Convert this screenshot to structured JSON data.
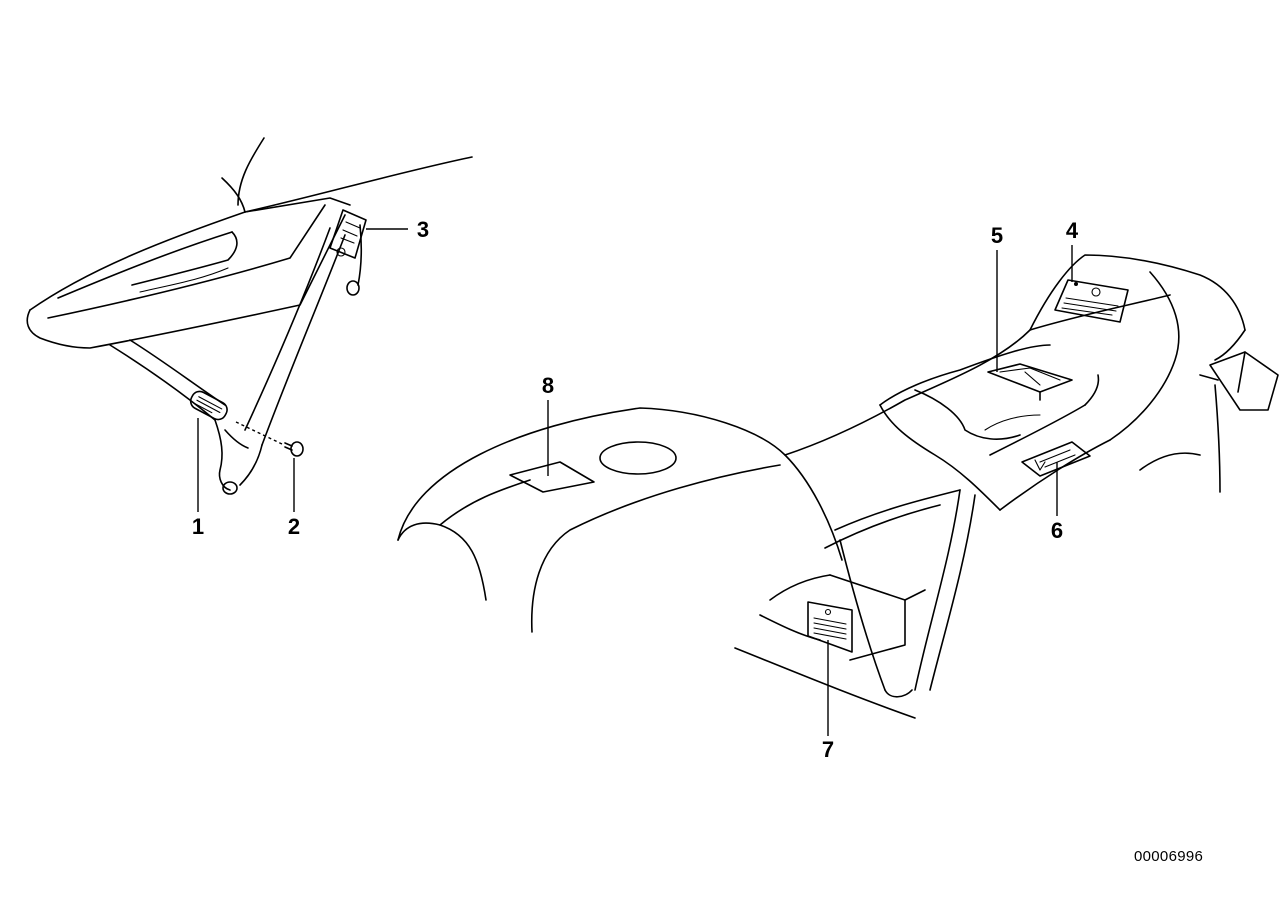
{
  "callouts": {
    "c1": "1",
    "c2": "2",
    "c3": "3",
    "c4": "4",
    "c5": "5",
    "c6": "6",
    "c7": "7",
    "c8": "8"
  },
  "image_number": "00006996"
}
